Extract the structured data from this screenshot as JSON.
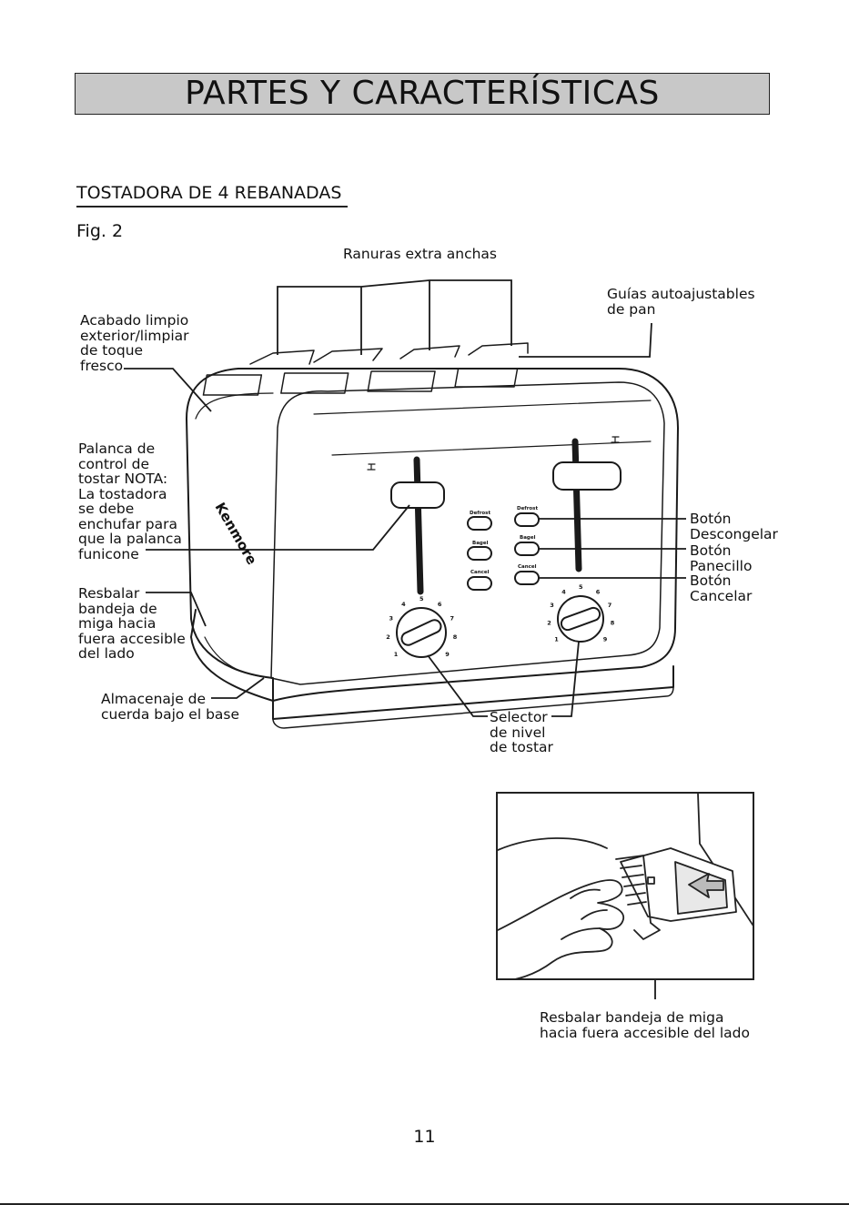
{
  "page": {
    "title": "PARTES Y CARACTERÍSTICAS",
    "section_heading": "TOSTADORA DE 4 REBANADAS",
    "figure_label": "Fig. 2",
    "page_number": "11"
  },
  "diagram": {
    "brand_text": "Kenmore",
    "callouts": {
      "slots": "Ranuras extra anchas",
      "bread_guides": "Guías autoajustables\nde pan",
      "finish": "Acabado limpio\nexterior/limpiar\nde toque\nfresco",
      "lever": "Palanca de\ncontrol de\ntostar NOTA:\nLa tostadora\nse debe\nenchufar para\nque la palanca\nfunicone",
      "crumb_tray": "Resbalar\nbandeja de\nmiga hacia\nfuera accesible\ndel lado",
      "cord_storage": "Almacenaje de\ncuerda bajo el base",
      "defrost_button": "Botón\nDescongelar",
      "bagel_button": "Botón\nPanecillo",
      "cancel_button": "Botón\nCancelar",
      "browning_selector": "Selector\nde nivel\nde tostar"
    },
    "button_labels": [
      "Defrost",
      "Bagel",
      "Cancel"
    ],
    "dial_numbers": [
      "1",
      "2",
      "3",
      "4",
      "5",
      "6",
      "7",
      "8",
      "9"
    ]
  },
  "photo": {
    "caption": "Resbalar bandeja de miga\nhacia fuera accesible del lado"
  }
}
